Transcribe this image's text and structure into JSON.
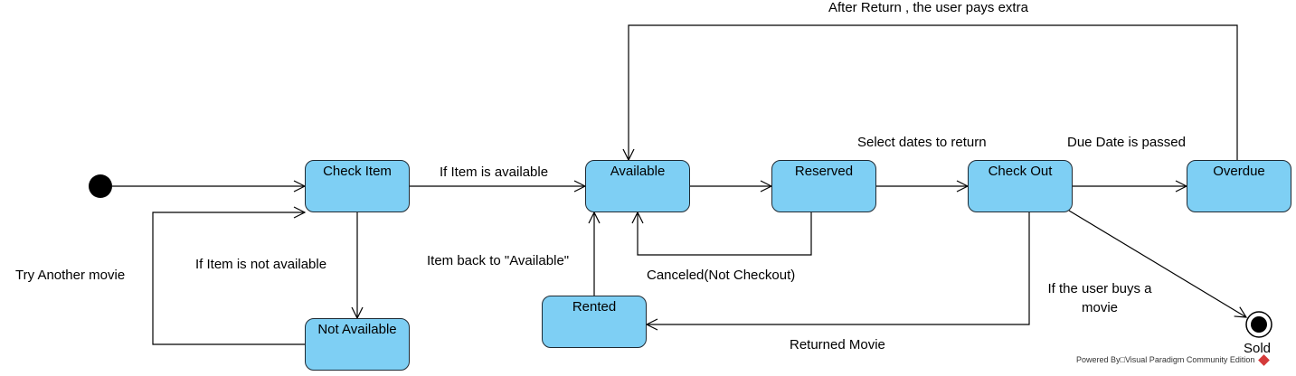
{
  "states": {
    "check_item": "Check Item",
    "not_available": "Not Available",
    "available": "Available",
    "reserved": "Reserved",
    "check_out": "Check Out",
    "overdue": "Overdue",
    "rented": "Rented"
  },
  "final_state_label": "Sold",
  "transitions": {
    "if_item_available": "If Item is available",
    "if_item_not_available": "If Item is not available",
    "try_another_movie": "Try  Another movie",
    "item_back_available": "Item back to \"Available\"",
    "canceled": "Canceled(Not Checkout)",
    "select_dates": "Select dates to return",
    "due_date_passed": "Due Date is passed",
    "after_return": "After Return , the user pays extra",
    "user_buys_line1": "If the user buys a",
    "user_buys_line2": "movie",
    "returned_movie": "Returned Movie"
  },
  "watermark": "Powered By□Visual Paradigm Community Edition",
  "colors": {
    "state_fill": "#7ecff4",
    "state_border": "#1f2a33"
  }
}
